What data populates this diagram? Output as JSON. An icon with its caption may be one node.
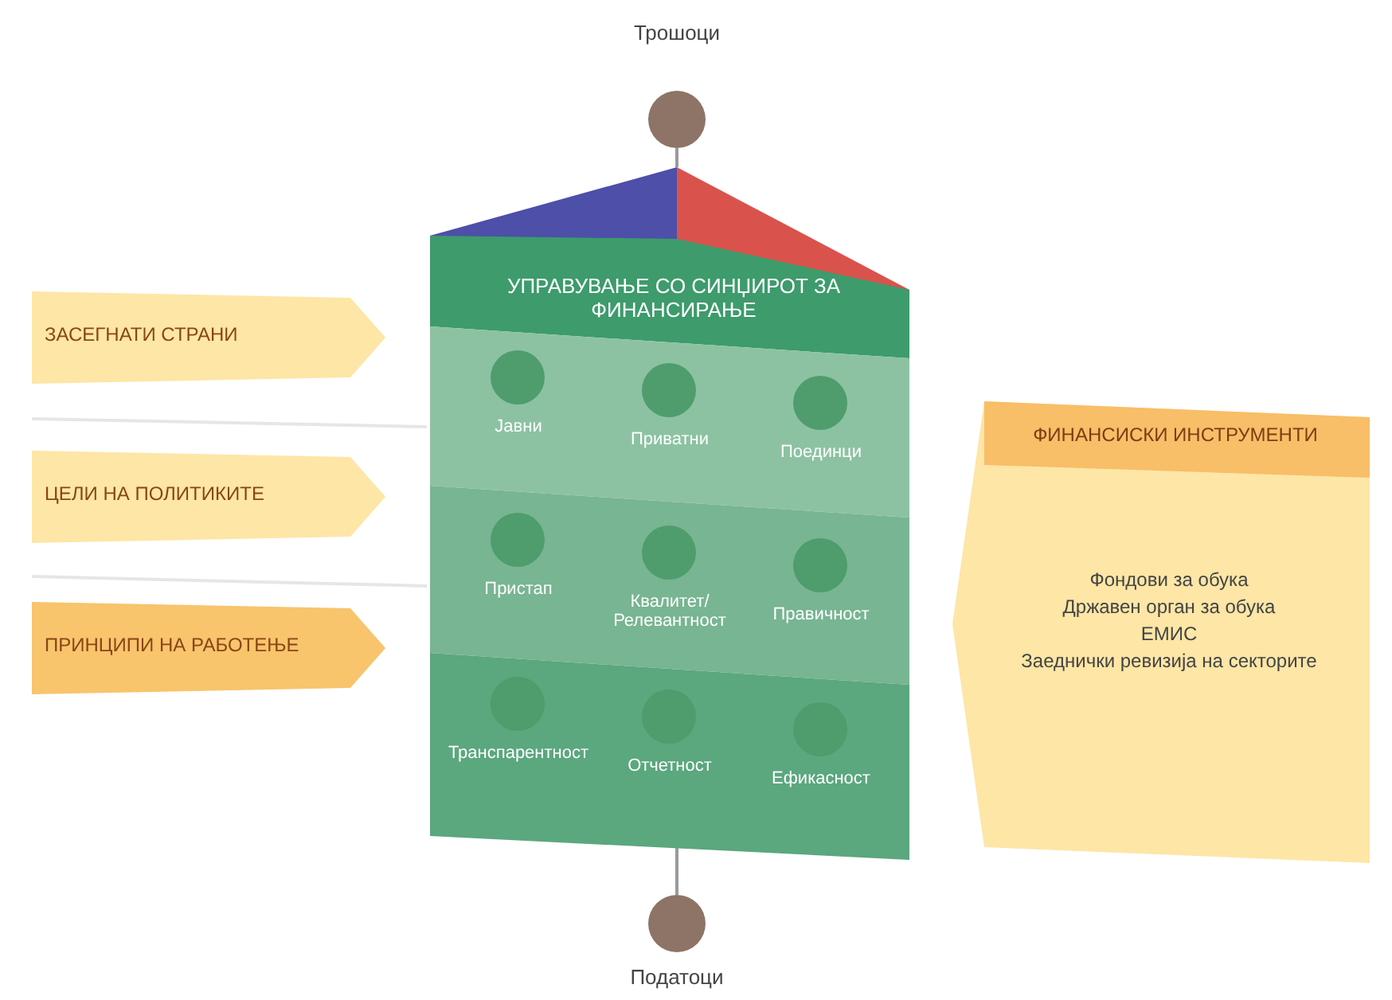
{
  "diagram": {
    "nodes": [
      {
        "text": [
          "Трошоци"
        ]
      },
      {
        "text": [
          "УПРАВУВАЊЕ СО СИНЏИРОТ ЗА ФИНАНСИРАЊЕ"
        ]
      },
      {
        "text": [
          "Јавни"
        ],
        "in": 1
      },
      {
        "text": [
          "Приватни"
        ],
        "in": 1
      },
      {
        "text": [
          "Поединци"
        ],
        "in": 1
      },
      {
        "text": [
          "Пристап"
        ],
        "in": 1
      },
      {
        "text": [
          "Квалитет/ Релевантност"
        ],
        "in": 1
      },
      {
        "text": [
          "Правичност"
        ],
        "in": 1
      },
      {
        "text": [
          "Транспарентност"
        ],
        "in": 1
      },
      {
        "text": [
          "Отчетност"
        ],
        "in": 1
      },
      {
        "text": [
          "Ефикасност"
        ],
        "in": 1
      },
      {
        "text": [
          "ЗАСЕГНАТИ СТРАНИ"
        ]
      },
      {
        "text": [
          "ЦЕЛИ НА ПОЛИТИКИТЕ"
        ]
      },
      {
        "text": [
          "ПРИНЦИПИ НА РАБОТЕЊЕ"
        ]
      },
      {
        "text": [
          "ФИНАНСИСКИ ИНСТРУМЕНТИ",
          "Фондови за обука",
          "Државен орган за обука",
          "ЕМИС",
          "Заеднички ревизија на секторите"
        ]
      },
      {
        "text": [
          "Податоци"
        ]
      }
    ],
    "edges": [
      {
        "from": 0,
        "to": 1,
        "arrow": "none"
      },
      {
        "from": 1,
        "to": 15,
        "arrow": "none"
      }
    ]
  }
}
